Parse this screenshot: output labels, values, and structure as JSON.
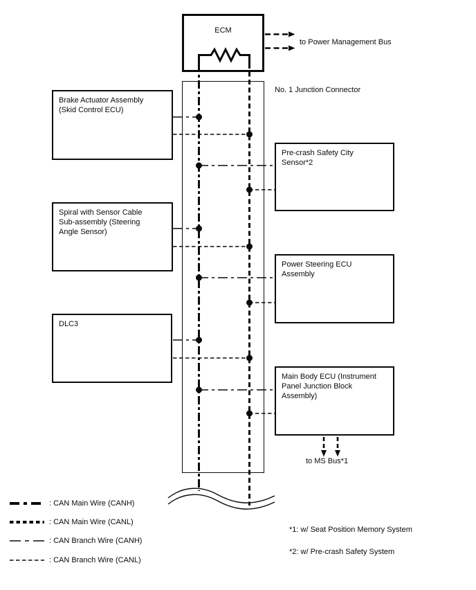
{
  "diagram": {
    "ecm_label": "ECM",
    "junction_connector_label": "No. 1 Junction Connector",
    "power_bus_label": "to Power Management Bus",
    "ms_bus_label": "to MS Bus*1",
    "left_modules": [
      {
        "label": "Brake Actuator Assembly\n(Skid Control ECU)"
      },
      {
        "label": "Spiral with Sensor Cable\nSub-assembly (Steering\nAngle Sensor)"
      },
      {
        "label": "DLC3"
      }
    ],
    "right_modules": [
      {
        "label": "Pre-crash Safety City\nSensor*2"
      },
      {
        "label": "Power Steering ECU\nAssembly"
      },
      {
        "label": "Main Body ECU (Instrument\nPanel Junction Block\nAssembly)"
      }
    ]
  },
  "legend": {
    "items": [
      {
        "label": ": CAN Main Wire (CANH)",
        "style": "main-canh-thick-dash-dot"
      },
      {
        "label": ": CAN Main Wire (CANL)",
        "style": "main-canl-thick-dashed"
      },
      {
        "label": ": CAN Branch Wire (CANH)",
        "style": "branch-canh-thin-dash-dot"
      },
      {
        "label": ": CAN Branch Wire (CANL)",
        "style": "branch-canl-thin-dashed"
      }
    ]
  },
  "footnotes": [
    {
      "text": "*1: w/ Seat Position Memory System"
    },
    {
      "text": "*2: w/ Pre-crash Safety System"
    }
  ],
  "colors": {
    "line": "#0a0a0a",
    "background": "#ffffff"
  }
}
